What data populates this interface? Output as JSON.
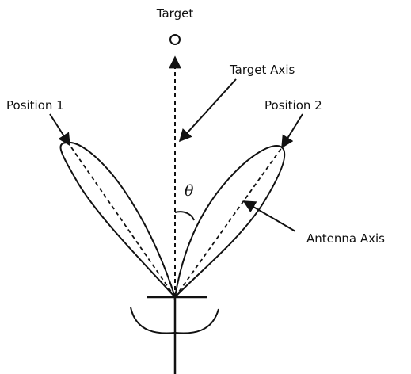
{
  "labels": {
    "target": "Target",
    "target_axis": "Target Axis",
    "position_1": "Position 1",
    "position_2": "Position 2",
    "antenna_axis": "Antenna Axis",
    "theta": "θ"
  },
  "colors": {
    "ink": "#111111",
    "background": "#ffffff"
  }
}
